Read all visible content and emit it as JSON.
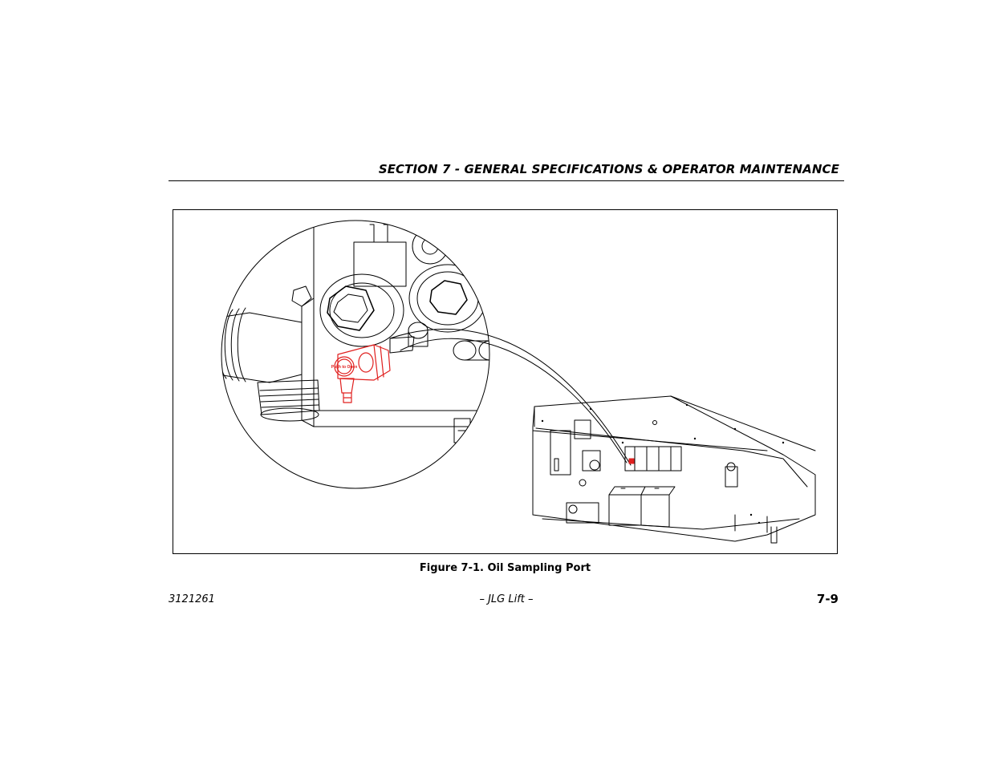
{
  "header": {
    "section_title": "SECTION 7 - GENERAL SPECIFICATIONS & OPERATOR MAINTENANCE"
  },
  "figure": {
    "caption": "Figure 7-1. Oil Sampling Port",
    "valve_label": "Push to Open",
    "accent_color": "#e0201f"
  },
  "footer": {
    "doc_number": "3121261",
    "center_text": "– JLG Lift –",
    "page_number": "7-9"
  }
}
